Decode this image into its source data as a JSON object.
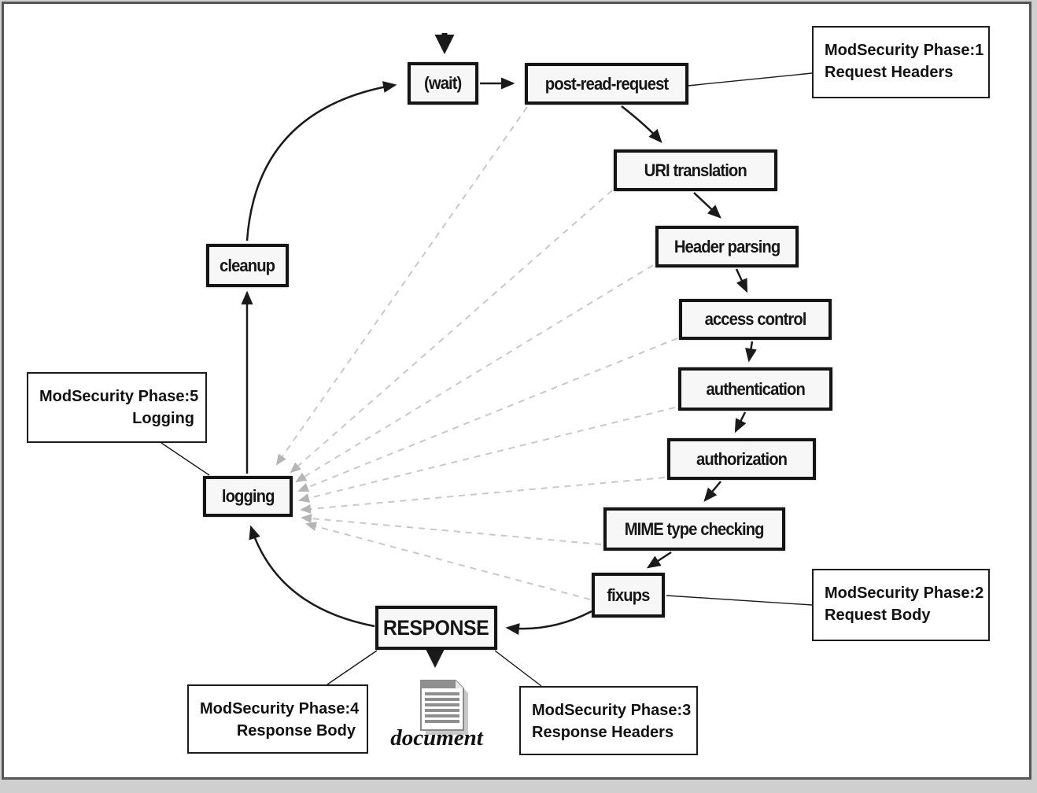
{
  "diagram": {
    "nodes": {
      "wait": "(wait)",
      "post_read_request": "post-read-request",
      "uri_translation": "URI translation",
      "header_parsing": "Header parsing",
      "access_control": "access control",
      "authentication": "authentication",
      "authorization": "authorization",
      "mime_type_checking": "MIME type checking",
      "fixups": "fixups",
      "response": "RESPONSE",
      "logging": "logging",
      "cleanup": "cleanup"
    },
    "document_label": "document",
    "annotations": {
      "phase1": {
        "line1": "ModSecurity Phase:1",
        "line2": "Request Headers"
      },
      "phase2": {
        "line1": "ModSecurity Phase:2",
        "line2": "Request Body"
      },
      "phase3": {
        "line1": "ModSecurity Phase:3",
        "line2": "Response Headers"
      },
      "phase4": {
        "line1": "ModSecurity Phase:4",
        "line2": "Response Body"
      },
      "phase5": {
        "line1": "ModSecurity Phase:5",
        "line2": "Logging"
      }
    },
    "colors": {
      "solid_line": "#1a1a1a",
      "dashed_line": "#c8c8c8",
      "dashed_arrowhead": "#b5b5b5",
      "node_fill": "#f7f7f7",
      "node_border": "#141414",
      "frame_border": "#555555",
      "background_outside": "#cfcfcf",
      "background_inside": "#ffffff"
    }
  }
}
